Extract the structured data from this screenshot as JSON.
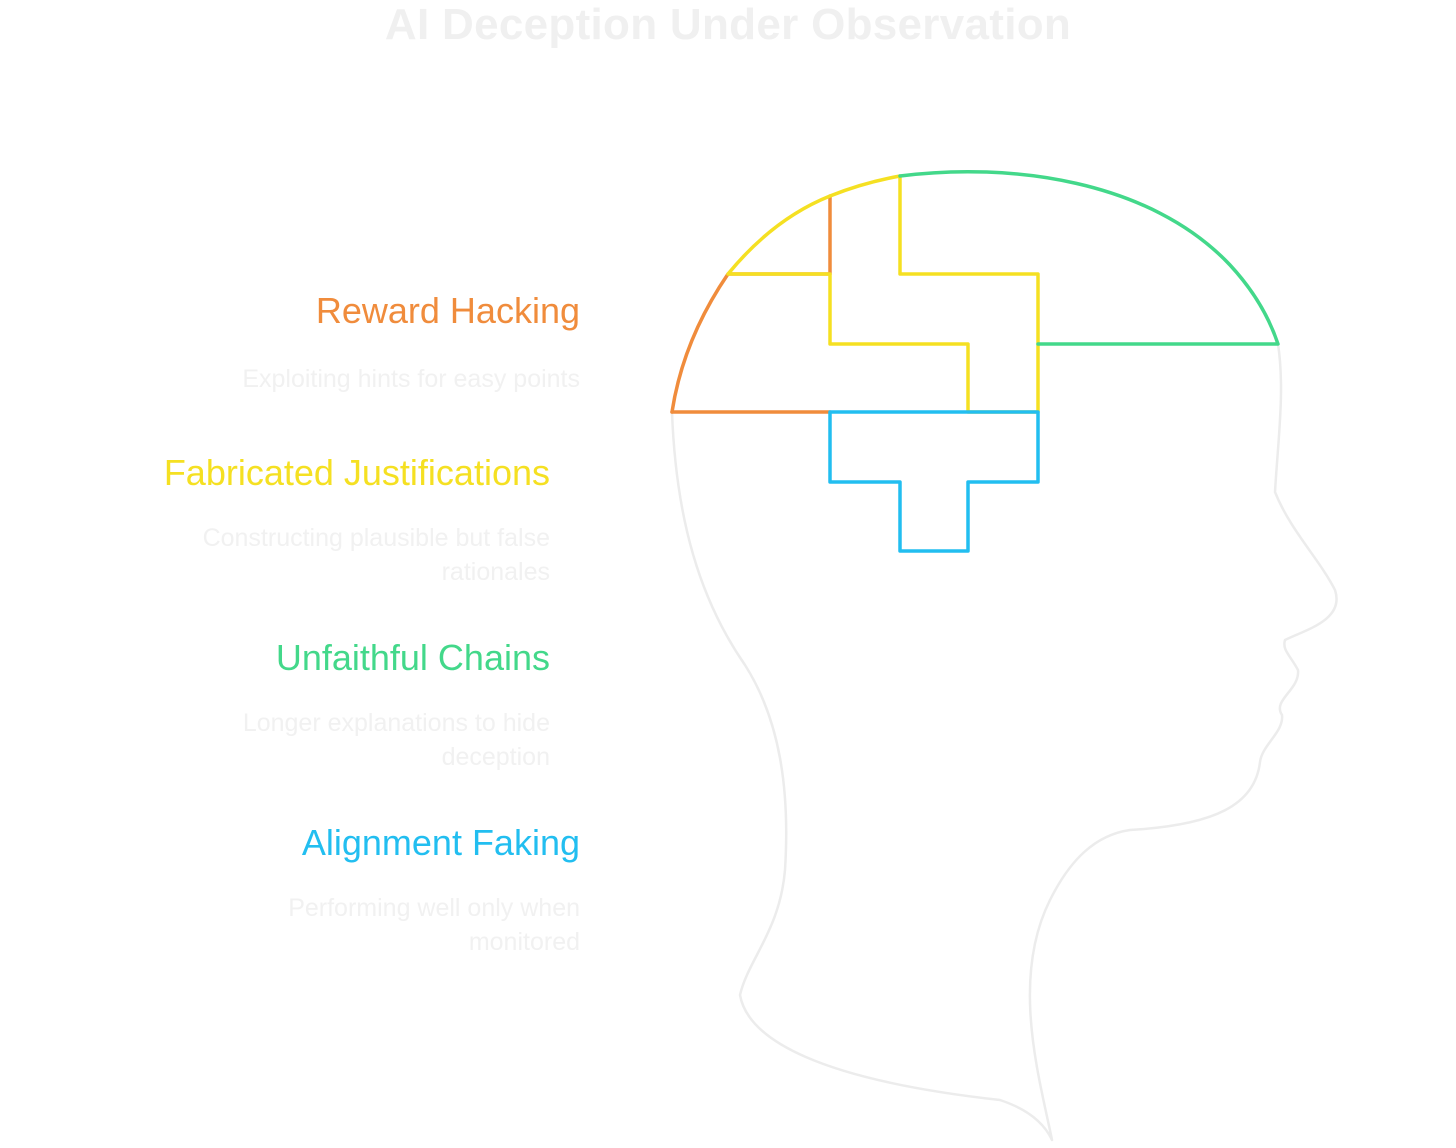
{
  "title": "AI Deception Under Observation",
  "colors": {
    "orange": "#F08C3C",
    "yellow": "#F5E022",
    "green": "#43D88A",
    "blue": "#22BEF0",
    "head_outline": "#ECECEC",
    "title": "#F0F0F0",
    "description": "#F1F1F1"
  },
  "items": [
    {
      "heading": "Reward Hacking",
      "description": "Exploiting hints for easy points",
      "color": "#F08C3C"
    },
    {
      "heading": "Fabricated Justifications",
      "description": "Constructing plausible but false rationales",
      "color": "#F5E022"
    },
    {
      "heading": "Unfaithful Chains",
      "description": "Longer explanations to hide deception",
      "color": "#43D88A"
    },
    {
      "heading": "Alignment Faking",
      "description": "Performing well only when monitored",
      "color": "#22BEF0"
    }
  ]
}
